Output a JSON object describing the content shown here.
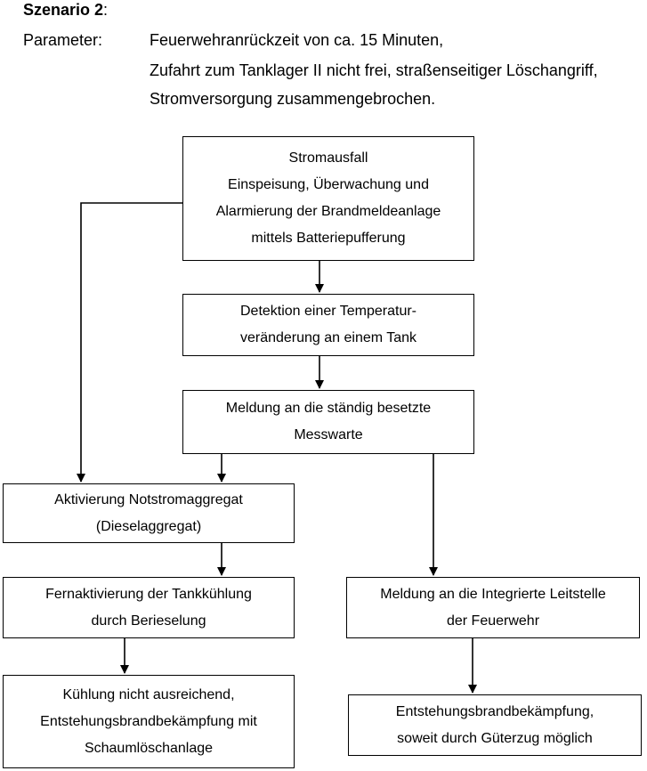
{
  "header": {
    "scenario_label": "Szenario 2",
    "scenario_colon": ":",
    "parameter_label": "Parameter:",
    "parameter_lines": [
      "Feuerwehranrückzeit von ca. 15 Minuten,",
      "Zufahrt zum Tanklager II nicht frei, straßenseitiger Löschangriff,",
      "Stromversorgung zusammengebrochen."
    ]
  },
  "flowchart": {
    "boxes": {
      "power_failure": [
        "Stromausfall",
        "Einspeisung, Überwachung und",
        "Alarmierung der Brandmeldeanlage",
        "mittels Batteriepufferung"
      ],
      "detection": [
        "Detektion einer Temperatur-",
        "veränderung an einem Tank"
      ],
      "control_room": [
        "Meldung an die ständig besetzte",
        "Messwarte"
      ],
      "generator": [
        "Aktivierung Notstromaggregat",
        "(Dieselaggregat)"
      ],
      "tank_cooling": [
        "Fernaktivierung der Tankkühlung",
        "durch Berieselung"
      ],
      "fire_dispatch": [
        "Meldung an die Integrierte Leitstelle",
        "der Feuerwehr"
      ],
      "foam_system": [
        "Kühlung nicht ausreichend,",
        "Entstehungsbrandbekämpfung mit",
        "Schaumlöschanlage"
      ],
      "train_fighting": [
        "Entstehungsbrandbekämpfung,",
        "soweit durch Güterzug möglich"
      ]
    }
  }
}
